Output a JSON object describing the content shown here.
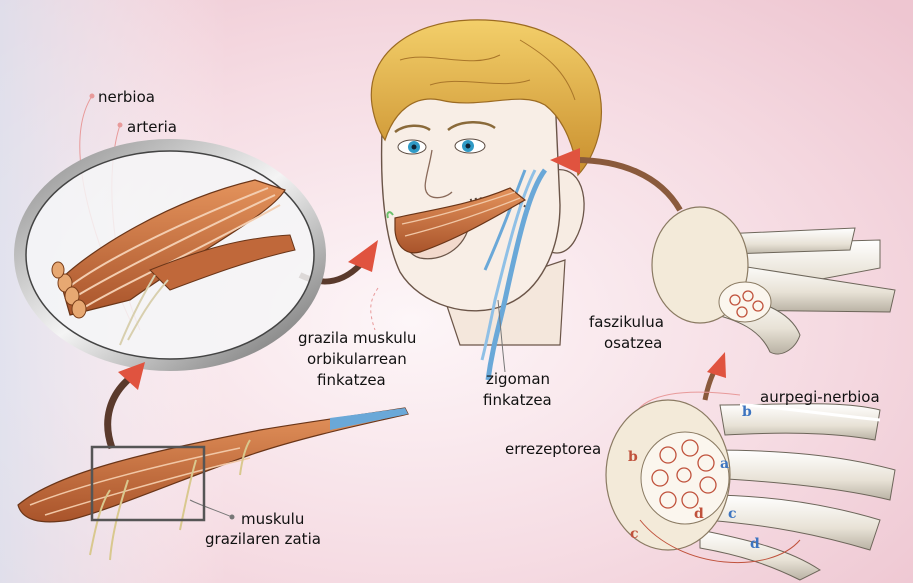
{
  "labels": {
    "nerbioa": "nerbioa",
    "arteria": "arteria",
    "grazila_1": "grazila muskulu",
    "grazila_2": "orbikularrean",
    "grazila_3": "finkatzea",
    "zigoman_1": "zigoman",
    "zigoman_2": "finkatzea",
    "faszikulua_1": "faszikulua",
    "faszikulua_2": "osatzea",
    "aurpegi": "aurpegi-nerbioa",
    "errezeptorea": "errezeptorea",
    "muskulu_1": "muskulu",
    "muskulu_2": "grazilaren zatia"
  },
  "fascicle_letters": [
    "a",
    "b",
    "c",
    "d"
  ],
  "colors": {
    "muscle": "#c8713e",
    "vein": "#6aa8d8",
    "arrow": "#e0533f",
    "arrow_dark": "#8a5a3c",
    "hair": "#e3b44b",
    "nerve": "#e9e2d2",
    "letter_blue": "#3c74c0",
    "letter_red": "#c0523c"
  }
}
